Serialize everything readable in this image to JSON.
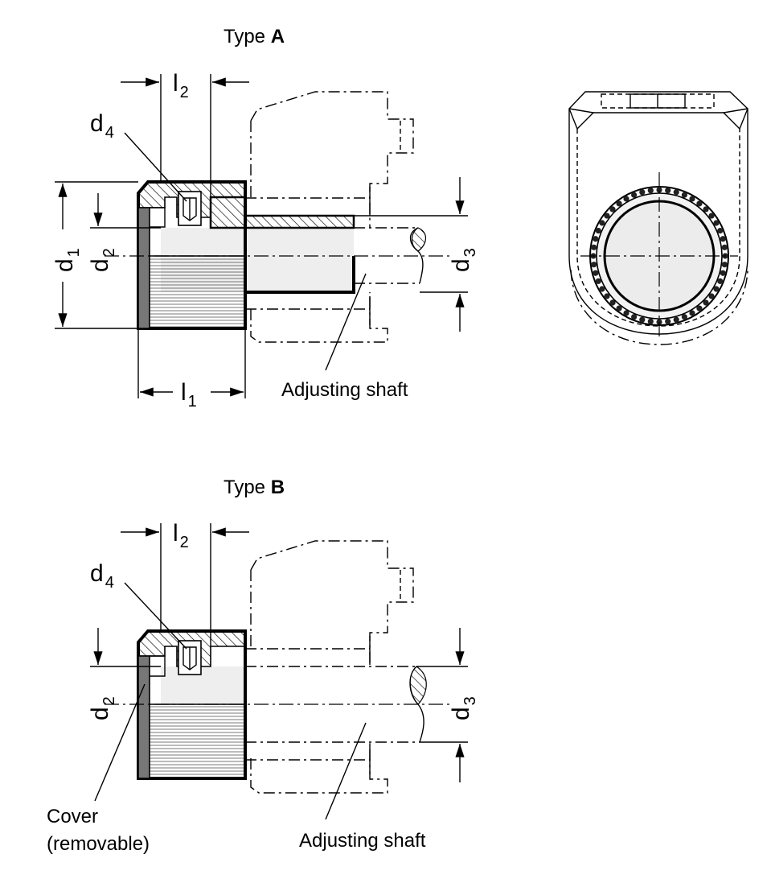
{
  "type_a": {
    "title_prefix": "Type ",
    "title_letter": "A",
    "l2_main": "l",
    "l2_sub": "2",
    "l1_main": "l",
    "l1_sub": "1",
    "d1_main": "d",
    "d1_sub": "1",
    "d2_main": "d",
    "d2_sub": "2",
    "d3_main": "d",
    "d3_sub": "3",
    "d4_main": "d",
    "d4_sub": "4",
    "shaft_label": "Adjusting shaft"
  },
  "type_b": {
    "title_prefix": "Type ",
    "title_letter": "B",
    "l2_main": "l",
    "l2_sub": "2",
    "d2_main": "d",
    "d2_sub": "2",
    "d3_main": "d",
    "d3_sub": "3",
    "d4_main": "d",
    "d4_sub": "4",
    "cover_label_line1": "Cover",
    "cover_label_line2": "(removable)",
    "shaft_label": "Adjusting shaft"
  }
}
